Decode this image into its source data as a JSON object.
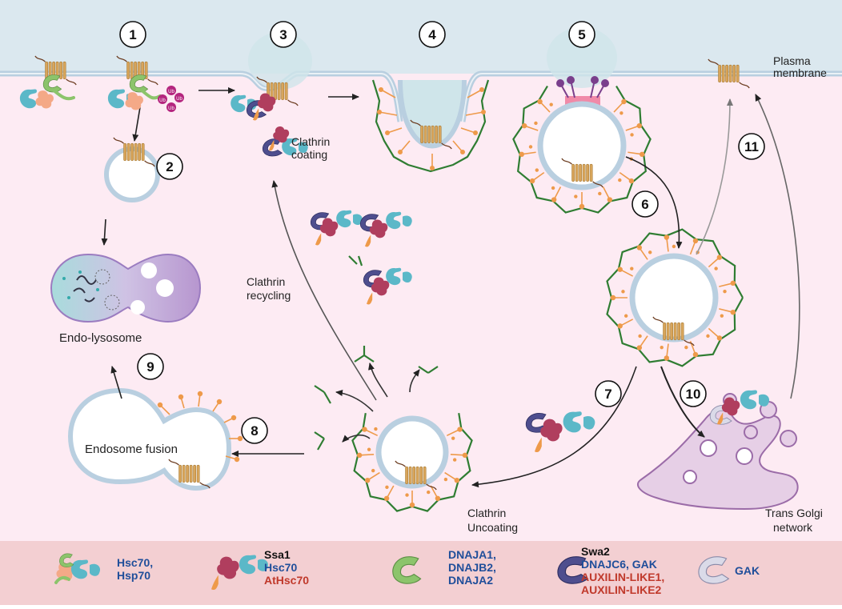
{
  "colors": {
    "extracellular": "#dbe8ef",
    "cytoplasm": "#fdebf3",
    "legend_bg": "#f3cfd2",
    "membrane": "#b9cfe0",
    "clathrin": "#2f7d32",
    "adaptor": "#ee9a4a",
    "cargo": "#d8a55b",
    "hsc70": "#5bb8c8",
    "nbd": "#f4a987",
    "dnaja": "#8cc46b",
    "ssa1": "#b03e5e",
    "swa2": "#4e4e8e",
    "gak": "#dadae8",
    "ub": "#b4257e",
    "arrow": "#222222",
    "blue_text": "#1f4e9a",
    "red_text": "#c0392b"
  },
  "steps": [
    "1",
    "2",
    "3",
    "4",
    "5",
    "6",
    "7",
    "8",
    "9",
    "10",
    "11"
  ],
  "labels": {
    "plasma_membrane_1": "Plasma",
    "plasma_membrane_2": "membrane",
    "clathrin_coating_1": "Clathrin",
    "clathrin_coating_2": "coating",
    "clathrin_recycling_1": "Clathrin",
    "clathrin_recycling_2": "recycling",
    "endo_lysosome": "Endo-lysosome",
    "endosome_fusion": "Endosome fusion",
    "clathrin_uncoating_1": "Clathrin",
    "clathrin_uncoating_2": "Uncoating",
    "tgn_1": "Trans Golgi",
    "tgn_2": "network",
    "ub": "Ub"
  },
  "legend": [
    {
      "lines": [
        {
          "text": "Hsc70,",
          "color": "blue"
        },
        {
          "text": "Hsp70",
          "color": "blue"
        }
      ],
      "icon": "hsc70-complex"
    },
    {
      "lines": [
        {
          "text": "Ssa1",
          "color": "black"
        },
        {
          "text": "Hsc70",
          "color": "blue"
        },
        {
          "text": "AtHsc70",
          "color": "red"
        }
      ],
      "icon": "ssa1-complex"
    },
    {
      "lines": [
        {
          "text": "DNAJA1,",
          "color": "blue"
        },
        {
          "text": "DNAJB2,",
          "color": "blue"
        },
        {
          "text": "DNAJA2",
          "color": "blue"
        }
      ],
      "icon": "dnaja"
    },
    {
      "lines": [
        {
          "text": "Swa2",
          "color": "black"
        },
        {
          "text": "DNAJC6, GAK",
          "color": "blue"
        },
        {
          "text": "AUXILIN-LIKE1,",
          "color": "red"
        },
        {
          "text": "AUXILIN-LIKE2",
          "color": "red"
        }
      ],
      "icon": "swa2"
    },
    {
      "lines": [
        {
          "text": "GAK",
          "color": "blue"
        }
      ],
      "icon": "gak"
    }
  ]
}
